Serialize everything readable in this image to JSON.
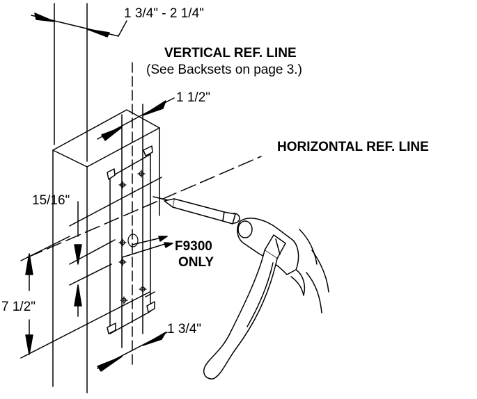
{
  "labels": {
    "door_thickness": "1 3/4\" - 2 1/4\"",
    "vertical_ref_title": "VERTICAL REF. LINE",
    "vertical_ref_note": "(See Backsets on page 3.)",
    "dim_top_width": "1 1/2\"",
    "horizontal_ref_title": "HORIZONTAL REF. LINE",
    "dim_hole_offset": "15/16\"",
    "model_callout_line1": "F9300",
    "model_callout_line2": "ONLY",
    "dim_hole_spacing": "7 1/2\"",
    "dim_bottom_width": "1 3/4\""
  },
  "colors": {
    "ink": "#000000",
    "paper": "#ffffff"
  },
  "icons": [
    "hammer-icon",
    "nail-icon",
    "template-icon",
    "door-edge-icon"
  ]
}
